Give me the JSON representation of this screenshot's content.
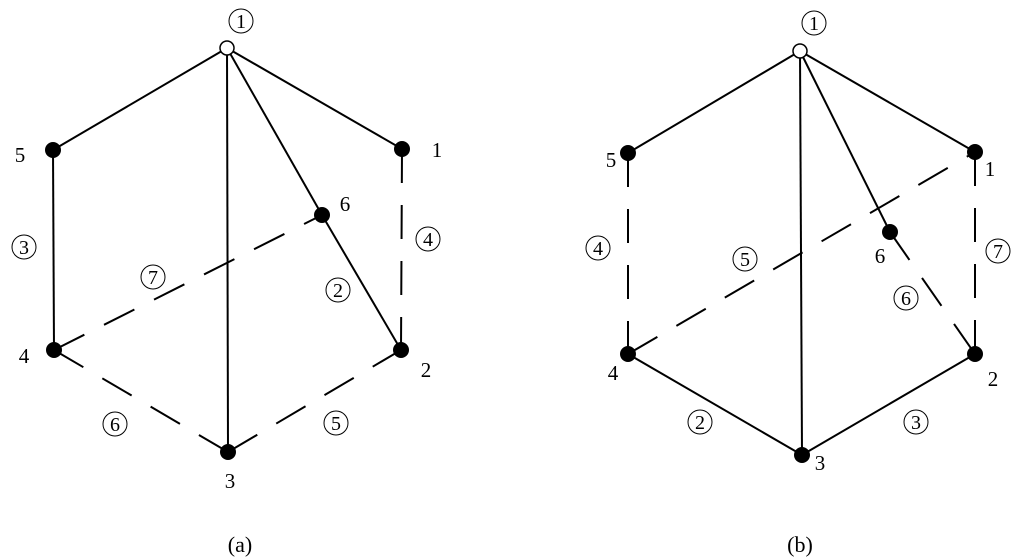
{
  "diagrams": [
    {
      "caption": "(a)",
      "root_label": "1",
      "nodes": [
        "1",
        "2",
        "3",
        "4",
        "5",
        "6"
      ],
      "edges": [
        {
          "from": "root",
          "to": "5",
          "style": "solid"
        },
        {
          "from": "root",
          "to": "1",
          "style": "solid"
        },
        {
          "from": "root",
          "to": "3",
          "style": "solid"
        },
        {
          "from": "root",
          "to": "6",
          "style": "solid"
        },
        {
          "from": "6",
          "to": "2",
          "style": "solid",
          "label": "2"
        },
        {
          "from": "5",
          "to": "4",
          "style": "solid",
          "label": "3"
        },
        {
          "from": "1",
          "to": "2",
          "style": "dashed",
          "label": "4"
        },
        {
          "from": "3",
          "to": "2",
          "style": "dashed",
          "label": "5"
        },
        {
          "from": "4",
          "to": "3",
          "style": "dashed",
          "label": "6"
        },
        {
          "from": "4",
          "to": "6",
          "style": "dashed",
          "label": "7"
        }
      ]
    },
    {
      "caption": "(b)",
      "root_label": "1",
      "nodes": [
        "1",
        "2",
        "3",
        "4",
        "5",
        "6"
      ],
      "edges": [
        {
          "from": "root",
          "to": "5",
          "style": "solid"
        },
        {
          "from": "root",
          "to": "1",
          "style": "solid"
        },
        {
          "from": "root",
          "to": "3",
          "style": "solid"
        },
        {
          "from": "root",
          "to": "6",
          "style": "solid"
        },
        {
          "from": "4",
          "to": "3",
          "style": "solid",
          "label": "2"
        },
        {
          "from": "3",
          "to": "2",
          "style": "solid",
          "label": "3"
        },
        {
          "from": "5",
          "to": "4",
          "style": "dashed",
          "label": "4"
        },
        {
          "from": "4",
          "to": "1",
          "style": "dashed",
          "label": "5"
        },
        {
          "from": "6",
          "to": "2",
          "style": "dashed",
          "label": "6"
        },
        {
          "from": "1",
          "to": "2",
          "style": "dashed",
          "label": "7"
        }
      ]
    }
  ]
}
